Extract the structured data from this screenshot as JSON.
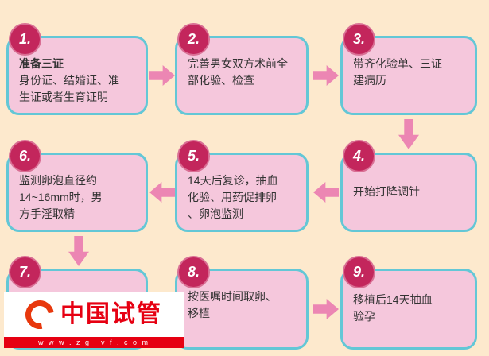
{
  "colors": {
    "background": "#fde9cd",
    "box_fill": "#f5c7dc",
    "box_border": "#63c7d6",
    "badge": "#c3265c",
    "arrow": "#ec86b3",
    "brand_red": "#e60012"
  },
  "steps": [
    {
      "num": "1.",
      "title": "准备三证",
      "text": "身份证、结婚证、准\n生证或者生育证明"
    },
    {
      "num": "2.",
      "title": "",
      "text": "完善男女双方术前全\n部化验、检查"
    },
    {
      "num": "3.",
      "title": "",
      "text": "带齐化验单、三证\n建病历"
    },
    {
      "num": "4.",
      "title": "",
      "text": "开始打降调针"
    },
    {
      "num": "5.",
      "title": "",
      "text": "14天后复诊，抽血\n化验、用药促排卵\n、卵泡监测"
    },
    {
      "num": "6.",
      "title": "",
      "text": "监测卵泡直径约\n14~16mm时，男\n方手淫取精"
    },
    {
      "num": "7.",
      "title": "",
      "text": ""
    },
    {
      "num": "8.",
      "title": "",
      "text": "按医嘱时间取卵、\n移植"
    },
    {
      "num": "9.",
      "title": "",
      "text": "移植后14天抽血\n验孕"
    }
  ],
  "watermark": {
    "brand": "中国试管",
    "url": "w w w . z g i v f . c o m"
  }
}
